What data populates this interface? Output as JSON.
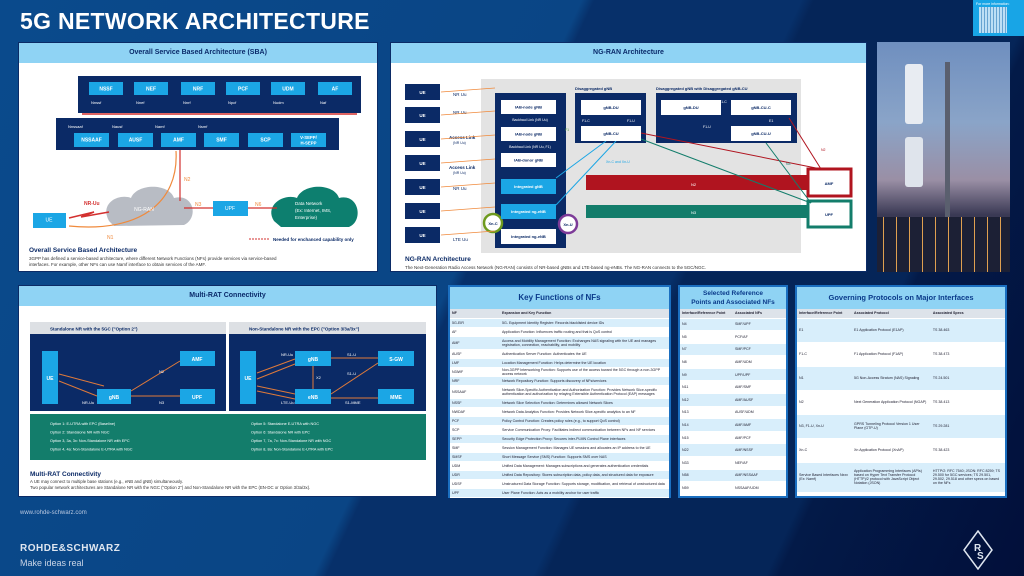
{
  "title": "5G NETWORK ARCHITECTURE",
  "qr": {
    "label": "For more information:"
  },
  "sba": {
    "header": "Overall Service Based Architecture (SBA)",
    "top_nfs": [
      "NSSF",
      "NEF",
      "NRF",
      "PCF",
      "UDM",
      "AF"
    ],
    "top_ifs": [
      "Nnssf",
      "Nnef",
      "Nnrf",
      "Npcf",
      "Nudm",
      "Naf"
    ],
    "bottom_nfs": [
      "NSSAAF",
      "AUSF",
      "AMF",
      "SMF",
      "SCP",
      "V-SEPP/",
      "H-SEPP"
    ],
    "bottom_ifs": [
      "Nnssaaf",
      "Nausf",
      "Namf",
      "Nsmf"
    ],
    "ue": "UE",
    "ngran": "NG-RAN",
    "upf": "UPF",
    "nr_uu": "NR-Uu",
    "n1": "N1",
    "n2": "N2",
    "n3": "N3",
    "n6": "N6",
    "dn": [
      "Data Network",
      "(Ex: Internet, IMS,",
      "Enterprise)"
    ],
    "legend": "Needed for enchanced capability only",
    "caption_title": "Overall Service Based Architecture",
    "caption": [
      "3GPP has defined a service-based architecture, where different Network Functions (NFs) provide services via service-based",
      "interfaces. For example, other NFs can use Namf interface to obtain services of the AMF."
    ]
  },
  "ngran": {
    "header": "NG-RAN Architecture",
    "ue": "UE",
    "links": [
      "NR Uu",
      "NR Uu",
      "Access Link",
      "(NR Uu)",
      "Access Link",
      "(NR Uu)",
      "NR Uu",
      "LTE Uu"
    ],
    "iab1": "IAB-node gNB",
    "bh1": "Backhaul Link (NR Uu)",
    "iab2": "IAB-node gNB",
    "bh2": "Backhaul Link (NR Uu, F1)",
    "donor": "IAB-donor gNB",
    "int_gnb": "Integrated gNB",
    "int_ngenb": "Integrated ng-eNB",
    "int_ngenb2": "Integrated ng-eNB",
    "xnc": "Xn-C",
    "xnu": "Xn-U",
    "f1": "F1",
    "dis_title": "Disaggregated gNB",
    "gnb_du": "gNB-DU",
    "gnb_cu": "gNB-CU",
    "f1c": "F1-C",
    "f1u": "F1-U",
    "dis2_title": "Disaggregated gNB with Disaggregated gNB-CU",
    "gnb_du2": "gNB-DU",
    "cuc": "gNB-CU-C",
    "cuu": "gNB-CU-U",
    "e1": "E1",
    "xn_label": "Xn-C and Xn-U",
    "n2": "N2",
    "n3": "N3",
    "amf": "AMF",
    "upf": "UPF",
    "caption_title": "NG-RAN Architecture",
    "caption": "The Next-Generation Radio Access Network (NG-RAN) consists of NR-based gNBs and LTE-based ng-eNBs. The NG-RAN connects to the 5GC/NGC."
  },
  "multirat": {
    "header": "Multi-RAT Connectivity",
    "left_title": "Standalone NR with the 5GC (\"Option 2\")",
    "right_title": "Non-Standalone NR with the EPC (\"Option 3/3a/3x\")",
    "ue": "UE",
    "gnb": "gNB",
    "amf": "AMF",
    "upf": "UPF",
    "n2": "N2",
    "n3": "N3",
    "nr_uu": "NR-Uu",
    "enb": "eNB",
    "sgw": "S-GW",
    "mme": "MME",
    "s1u": "S1-U",
    "x2": "X2",
    "s1mme": "S1-MME",
    "lte_uu": "LTE-Uu",
    "options_left": [
      "Option 1: E-UTRA with EPC (Baseline)",
      "Option 2: Standalone NR with NGC",
      "Option 3, 3a, 3x: Non-Standalone NR with EPC",
      "Option 4, 4a: Non-Standalone E-UTRA with NGC"
    ],
    "options_right": [
      "Option 5: Standalone E-UTRA with NGC",
      "Option 6: Standalone NR with EPC",
      "Option 7, 7a, 7x: Non-Standalone NR with NGC",
      "Option 8, 8a: Non-Standalone E-UTRA with EPC"
    ],
    "caption_title": "Multi-RAT Connectivity",
    "caption": [
      "A UE may connect to multiple base stations (e.g., eNB and gNB) simultaneously.",
      "Two popular network architectures are Standalone NR with the NGC (\"Option 2\") and Non-Standalone NR with the EPC (EN-DC or Option 3/3a/3x)."
    ]
  },
  "key_functions": {
    "title": "Key Functions of NFs",
    "headers": [
      "NF",
      "Expansion and Key Function"
    ],
    "rows": [
      [
        "5G-EIR",
        "5G- Equipment Identity Register: Records blacklisted device IDs"
      ],
      [
        "AF",
        "Application Function: Influences traffic routing and that is QoS control"
      ],
      [
        "AMF",
        "Access and Mobility Management Function: Exchanges NAS signaling with the UE and manages registration, connection, reachability, and mobility"
      ],
      [
        "AUSF",
        "Authentication Server Function: Authenticates the UE"
      ],
      [
        "LMF",
        "Location Management Function: Helps determine the UE location"
      ],
      [
        "N3IWF",
        "Non-3GPP Interworking Function: Supports use of the access toward the 5GC through a non-3GPP access network"
      ],
      [
        "NRF",
        "Network Repository Function: Supports discovery of NFs/services"
      ],
      [
        "NSSAAF",
        "Network Slice-Specific Authentication and Authorization Function: Provides Network Slice-specific authentication and authorization by relaying Extensible Authentication Protocol (EAP) messages"
      ],
      [
        "NSSF",
        "Network Slice Selection Function: Determines allowed Network Slices"
      ],
      [
        "NWDAF",
        "Network Data Analytics Function: Provides Network Slice-specific analytics to an NF"
      ],
      [
        "PCF",
        "Policy Control Function: Creates policy rules (e.g., to support QoS control)"
      ],
      [
        "SCP",
        "Service Communication Proxy: Facilitates indirect communication between NFs and NF services"
      ],
      [
        "SEPP",
        "Security Edge Protection Proxy: Secures inter-PLMN Control Plane interfaces"
      ],
      [
        "SMF",
        "Session Management Function: Manages UE sessions and allocates an IP address to the UE"
      ],
      [
        "SMSF",
        "Short Message Service (SMS) Function: Supports SMS over NAS"
      ],
      [
        "UDM",
        "Unified Data Management: Manages subscriptions and generates authentication credentials"
      ],
      [
        "UDR",
        "Unified Data Repository: Stores subscription data, policy data, and structured data for exposure"
      ],
      [
        "UDSF",
        "Unstructured Data Storage Function: Supports storage, modification, and retrieval of unstructured data"
      ],
      [
        "UPF",
        "User Plane Function: Acts as a mobility anchor for user traffic"
      ]
    ]
  },
  "ref_points": {
    "title": [
      "Selected Reference",
      "Points and Associated NFs"
    ],
    "headers": [
      "Interface/Reference Point",
      "Associated NFs"
    ],
    "rows": [
      [
        "N4",
        "SMF/UPF"
      ],
      [
        "N5",
        "PCF/AF"
      ],
      [
        "N7",
        "SMF/PCF"
      ],
      [
        "N8",
        "AMF/UDM"
      ],
      [
        "N9",
        "UPF/UPF"
      ],
      [
        "N11",
        "AMF/SMF"
      ],
      [
        "N12",
        "AMF/AUSF"
      ],
      [
        "N13",
        "AUSF/UDM"
      ],
      [
        "N14",
        "AMF/AMF"
      ],
      [
        "N15",
        "AMF/PCF"
      ],
      [
        "N22",
        "AMF/NSSF"
      ],
      [
        "N33",
        "NEF/AF"
      ],
      [
        "N58",
        "AMF/NSSAAF"
      ],
      [
        "N59",
        "NSSAAF/UDM"
      ]
    ]
  },
  "protocols": {
    "title": "Governing Protocols on Major Interfaces",
    "headers": [
      "Interface/Reference Point",
      "Associated Protocol",
      "Associated Specs"
    ],
    "rows": [
      [
        "E1",
        "E1 Application Protocol (E1AP)",
        "TS 38.463"
      ],
      [
        "F1-C",
        "F1 Application Protocol (F1AP)",
        "TS 38.473"
      ],
      [
        "N1",
        "5G Non-Access Stratum (NAS) Signaling",
        "TS 24.501"
      ],
      [
        "N2",
        "Next Generation Application Protocol (NGAP)",
        "TS 38.413"
      ],
      [
        "N3, F1-U, Xn-U",
        "GPRS Tunneling Protocol Version 1 User Plane (GTP-U)",
        "TS 29.281"
      ],
      [
        "Xn-C",
        "Xn Application Protocol (XnAP)",
        "TS 38.423"
      ],
      [
        "Service Based Interfaces Nxxx (Ex: Namf)",
        "Application Programming Interfaces (APIs) based on Hyper Text Transfer Protocol (HTTP)/2 protocol with JavaScript Object Notation (JSON)",
        "HTTP/2: RFC 7540; JSON: RFC 8259; TS 29.500 for 5GC services; TS 29.501, 29.502, 29.518 and other specs on based on the NFs"
      ]
    ]
  },
  "footer": {
    "url": "www.rohde-schwarz.com",
    "brand": "ROHDE&SCHWARZ",
    "tagline": "Make ideas real",
    "logo": "R&S"
  }
}
